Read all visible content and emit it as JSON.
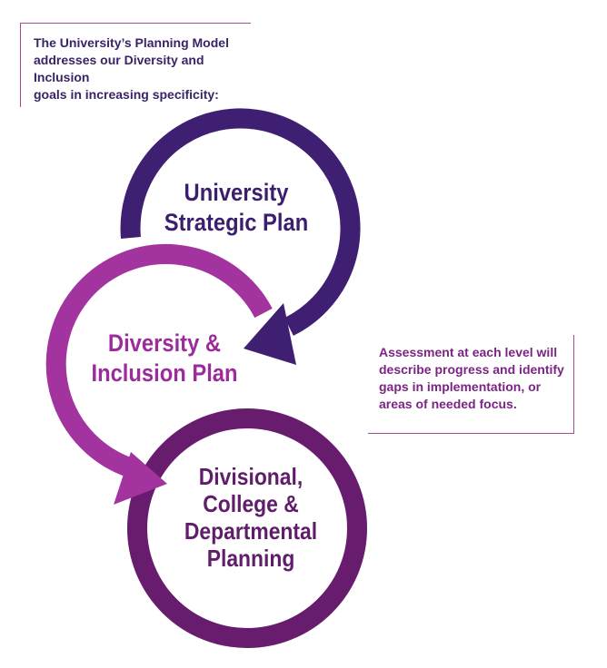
{
  "intro": {
    "line1": "The University’s Planning Model",
    "line2": "addresses our Diversity and Inclusion",
    "line3": "goals in increasing specificity:"
  },
  "assessment": {
    "line1": "Assessment at each level will",
    "line2": "describe progress and identify",
    "line3": "gaps in implementation, or",
    "line4": "areas of needed focus."
  },
  "nodes": {
    "university_strategic": {
      "line1": "University",
      "line2": "Strategic Plan"
    },
    "diversity_inclusion": {
      "line1": "Diversity &",
      "line2": "Inclusion Plan"
    },
    "divisional": {
      "line1": "Divisional,",
      "line2": "College &",
      "line3": "Departmental",
      "line4": "Planning"
    }
  },
  "colors": {
    "dark_purple": "#3f1f72",
    "magenta": "#a3349f",
    "plum": "#681c6d",
    "callout_line": "#a54b9a"
  }
}
